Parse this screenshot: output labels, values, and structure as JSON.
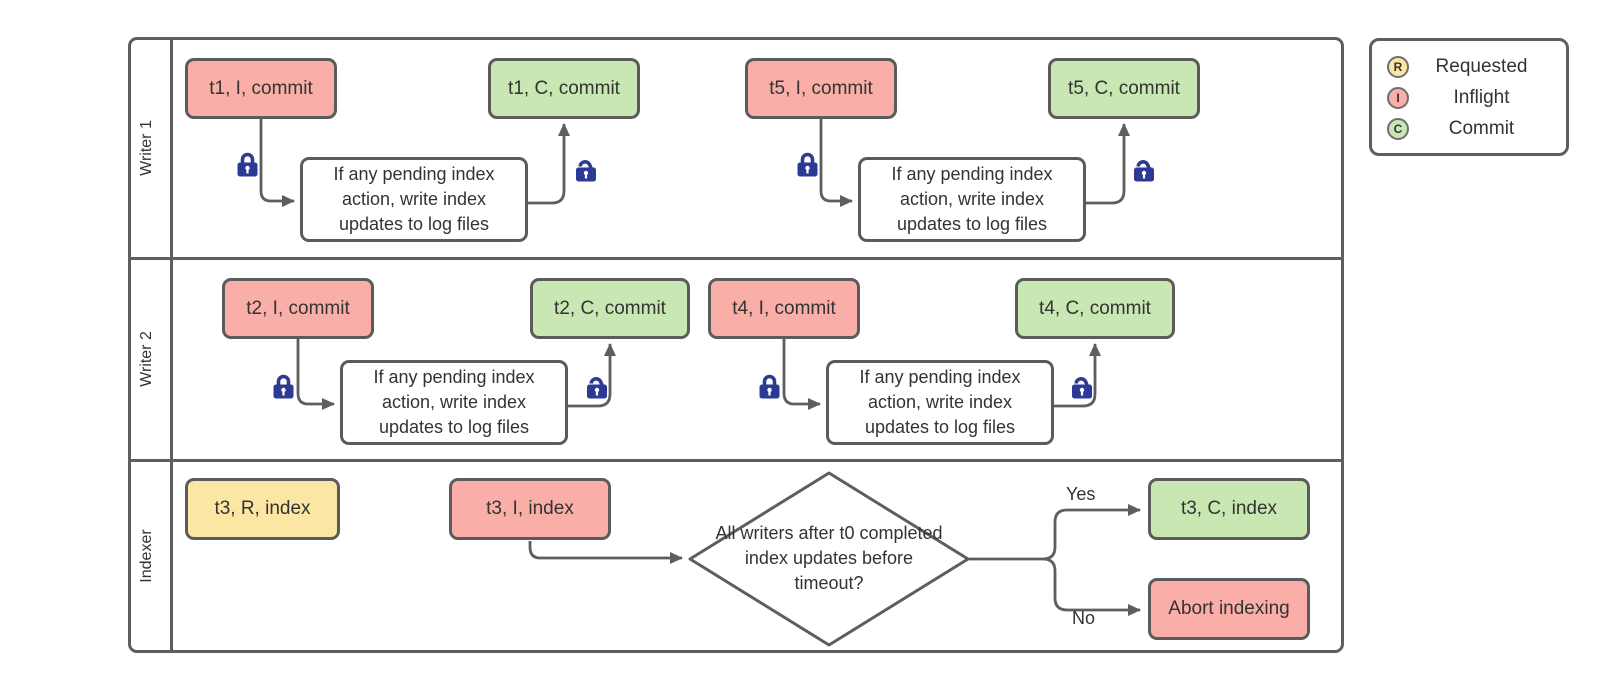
{
  "diagram": {
    "lanes": [
      {
        "label": "Writer 1"
      },
      {
        "label": "Writer 2"
      },
      {
        "label": "Indexer"
      }
    ],
    "nodes": {
      "t1_inflight": "t1, I, commit",
      "t1_commit": "t1, C, commit",
      "t5_inflight": "t5, I, commit",
      "t5_commit": "t5, C, commit",
      "t2_inflight": "t2, I, commit",
      "t2_commit": "t2, C, commit",
      "t4_inflight": "t4, I, commit",
      "t4_commit": "t4, C, commit",
      "t3_requested": "t3, R, index",
      "t3_inflight": "t3, I, index",
      "t3_commit": "t3, C, index",
      "abort": "Abort indexing"
    },
    "process_note": "If any pending index action, write index updates to log files",
    "decision": "All writers after t0 completed index updates before timeout?",
    "branches": {
      "yes": "Yes",
      "no": "No"
    }
  },
  "legend": {
    "items": [
      {
        "letter": "R",
        "label": "Requested"
      },
      {
        "letter": "I",
        "label": "Inflight"
      },
      {
        "letter": "C",
        "label": "Commit"
      }
    ]
  },
  "colors": {
    "requested_fill": "#FBE7A3",
    "inflight_fill": "#F9AEA7",
    "commit_fill": "#C9E7B2",
    "process_fill": "#FFFFFF",
    "line_gray": "#5E5E5E",
    "text": "#333333",
    "lock_blue": "#2B3A94"
  }
}
